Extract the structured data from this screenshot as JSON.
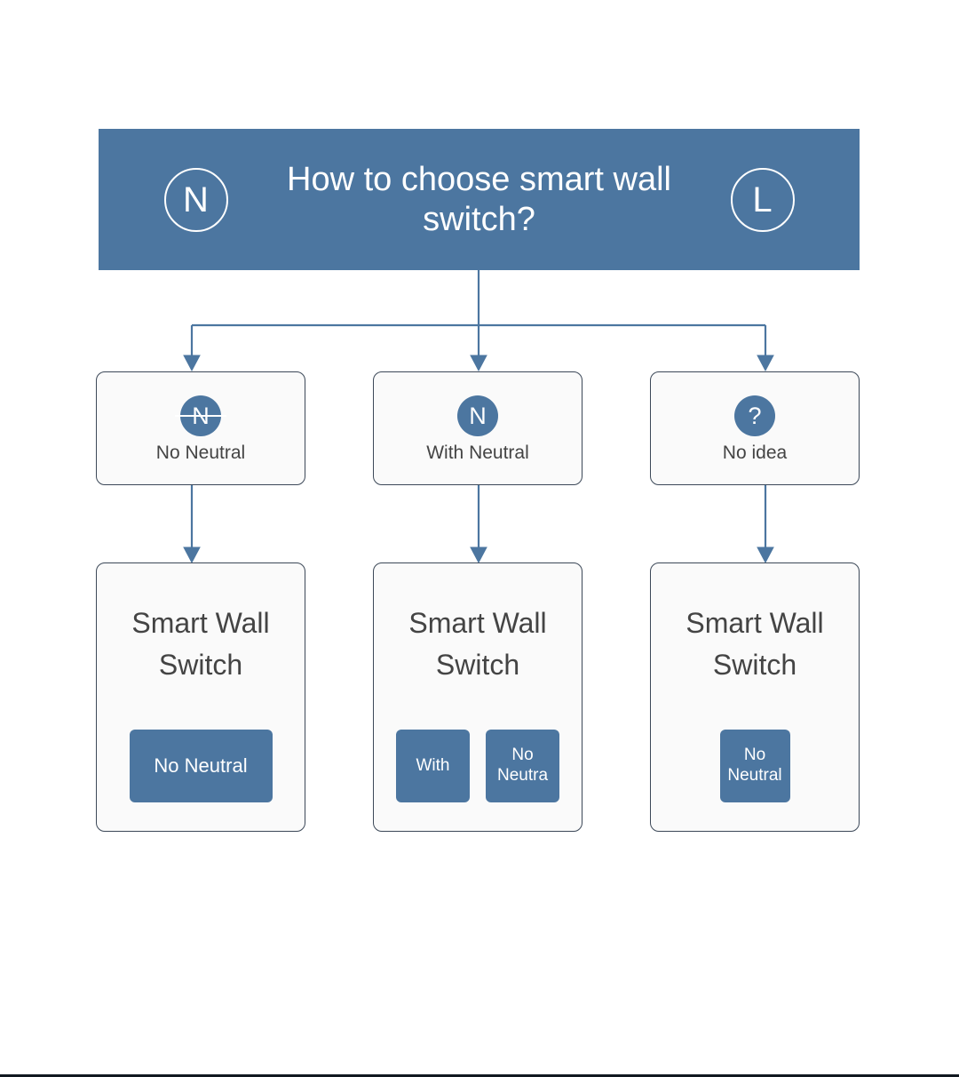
{
  "header": {
    "title": "How to choose smart wall switch?",
    "left_icon_letter": "N",
    "right_icon_letter": "L",
    "background_color": "#4C76A0",
    "text_color": "#FFFFFF"
  },
  "theme": {
    "accent_blue": "#4C76A0",
    "box_fill": "#FAFAFA",
    "box_border": "#3C4858",
    "connector_color": "#4C76A0",
    "text_gray": "#444444",
    "page_background": "#FFFFFF"
  },
  "options": [
    {
      "icon_glyph": "N",
      "icon_crossed": true,
      "label": "No Neutral"
    },
    {
      "icon_glyph": "N",
      "icon_crossed": false,
      "label": "With Neutral"
    },
    {
      "icon_glyph": "?",
      "icon_crossed": false,
      "label": "No idea"
    }
  ],
  "results": [
    {
      "title": "Smart Wall Switch",
      "badges": [
        {
          "text": "No Neutral",
          "shape": "wide"
        }
      ]
    },
    {
      "title": "Smart Wall Switch",
      "badges": [
        {
          "text": "With",
          "shape": "square"
        },
        {
          "text": "No Neutra",
          "shape": "square"
        }
      ]
    },
    {
      "title": "Smart Wall Switch",
      "badges": [
        {
          "text": "No Neutral",
          "shape": "sq-single"
        }
      ]
    }
  ]
}
